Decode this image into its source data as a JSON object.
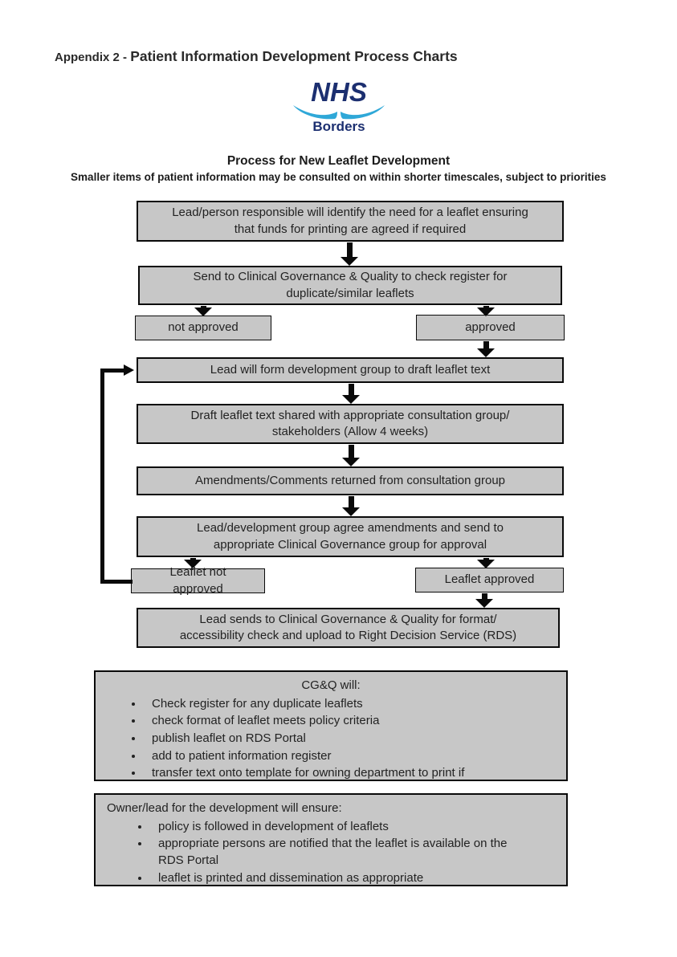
{
  "document": {
    "title_prefix": "Appendix 2 - ",
    "title_main": "Patient Information Development Process Charts"
  },
  "logo": {
    "org": "NHS",
    "region": "Borders",
    "navy": "#1c2f70",
    "wave_blue": "#2fa8d8"
  },
  "chart": {
    "title": "Process for New Leaflet Development",
    "subtitle": "Smaller items of patient information may be consulted on within shorter timescales, subject to priorities"
  },
  "flowchart": {
    "steps": [
      {
        "id": "identify-need",
        "text": "Lead/person responsible will identify the need for a leaflet ensuring\nthat funds for printing are agreed if required"
      },
      {
        "id": "send-to-cgq",
        "text": "Send to Clinical Governance & Quality to check register for\nduplicate/similar leaflets"
      },
      {
        "id": "not-approved",
        "text": "not approved"
      },
      {
        "id": "approved",
        "text": "approved"
      },
      {
        "id": "form-development-group",
        "text": "Lead will form development group to draft leaflet text"
      },
      {
        "id": "draft-shared",
        "text": "Draft leaflet text shared with appropriate consultation group/\nstakeholders (Allow 4 weeks)"
      },
      {
        "id": "amendments-returned",
        "text": "Amendments/Comments returned from consultation group"
      },
      {
        "id": "agree-amendments",
        "text": "Lead/development group agree amendments and send to\nappropriate Clinical Governance group for approval"
      },
      {
        "id": "leaflet-not-approved",
        "text": "Leaflet not approved"
      },
      {
        "id": "leaflet-approved",
        "text": "Leaflet approved"
      },
      {
        "id": "format-check-upload",
        "text": "Lead sends to Clinical Governance & Quality for format/\naccessibility check and upload to Right Decision Service (RDS)"
      }
    ]
  },
  "info_boxes": {
    "cgq": {
      "heading": "CG&Q will:",
      "bullets": [
        "Check register for any duplicate leaflets",
        "check format of leaflet meets policy criteria",
        "publish leaflet on RDS Portal",
        "add to patient information register",
        "transfer text onto template for owning department to print if"
      ]
    },
    "owner": {
      "heading": "Owner/lead for the development will ensure:",
      "bullets": [
        "policy is followed in development of leaflets",
        "appropriate persons are notified that the leaflet is available on the\nRDS Portal",
        "leaflet is printed and dissemination as appropriate"
      ]
    }
  },
  "colors": {
    "box_fill": "#c7c7c7",
    "box_border": "#0a0a0a",
    "text": "#222222",
    "background": "#ffffff"
  }
}
